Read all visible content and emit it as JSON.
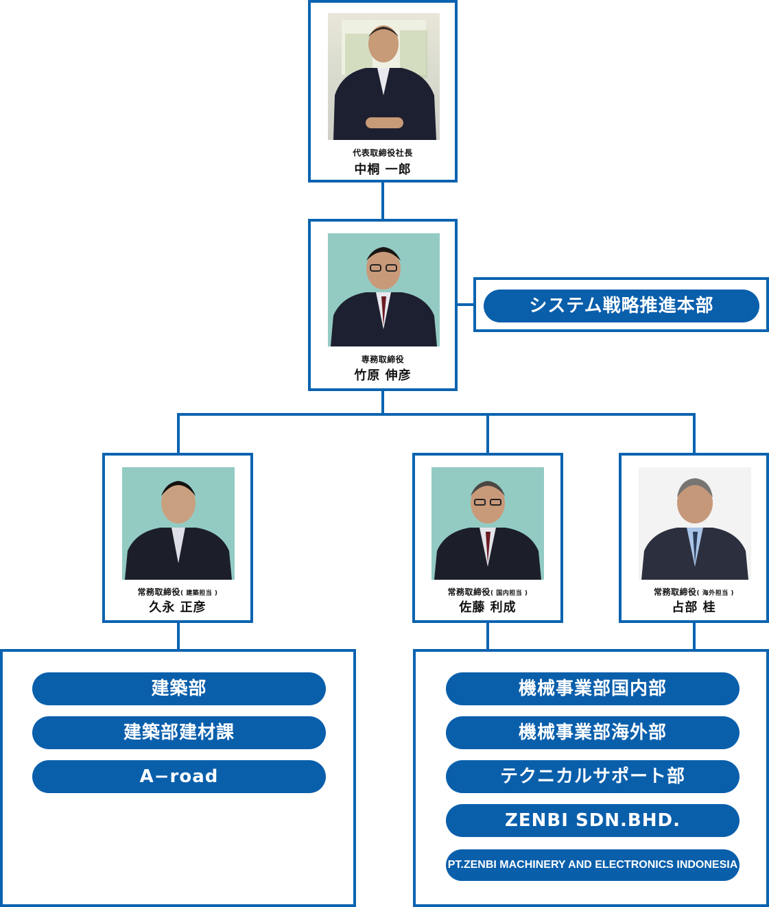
{
  "nodes": {
    "ceo": {
      "role": "代表取締役社長",
      "name": "中桐 一郎",
      "photo_bg": "#e8e8e8"
    },
    "senior": {
      "role": "専務取締役",
      "name": "竹原 伸彦",
      "photo_bg": "#93cbc3"
    },
    "exec_left": {
      "role": "常務取締役",
      "scope": "( 建築担当 )",
      "name": "久永 正彦",
      "photo_bg": "#93cbc3"
    },
    "exec_mid": {
      "role": "常務取締役",
      "scope": "( 国内担当 )",
      "name": "佐藤 利成",
      "photo_bg": "#93cbc3"
    },
    "exec_right": {
      "role": "常務取締役",
      "scope": "( 海外担当 )",
      "name": "占部 桂",
      "photo_bg": "#f3f3f3"
    }
  },
  "system_dept": "システム戦略推進本部",
  "left_depts": [
    "建築部",
    "建築部建材課",
    "A−road"
  ],
  "right_depts": [
    "機械事業部国内部",
    "機械事業部海外部",
    "テクニカルサポート部",
    "ZENBI SDN.BHD.",
    "PT.ZENBI MACHINERY AND ELECTRONICS INDONESIA"
  ],
  "colors": {
    "brand_blue": "#0a63b0",
    "pill_blue": "#0a5fab"
  }
}
